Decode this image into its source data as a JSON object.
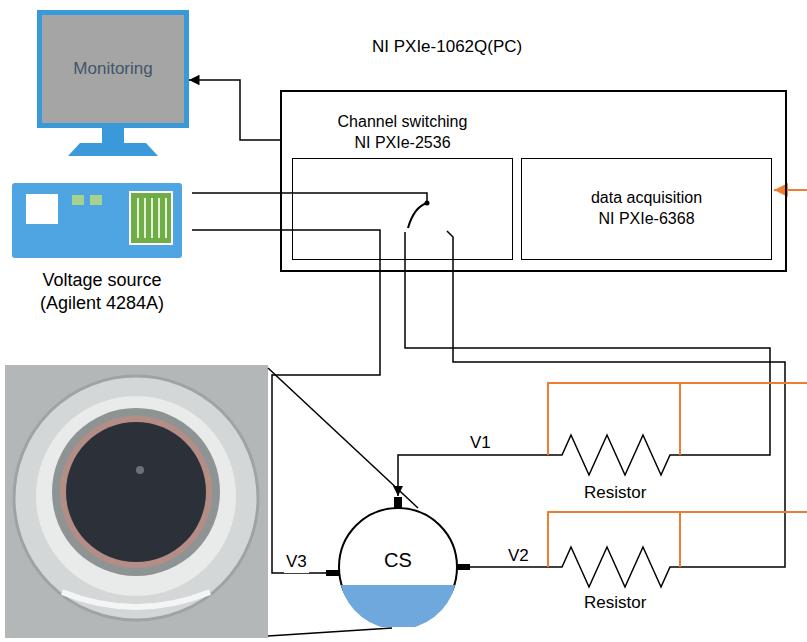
{
  "diagram": {
    "nodes": [
      {
        "text": [
          "Monitoring"
        ]
      },
      {
        "text": [
          "NI PXIe-1062Q(PC)"
        ]
      },
      {
        "text": [
          "Channel switching NI PXIe-2536"
        ],
        "in": 1
      },
      {
        "text": [
          "data acquisition NI PXIe-6368"
        ],
        "in": 1
      },
      {
        "text": [
          "Voltage source (Agilent 4284A)"
        ]
      },
      {
        "text": [
          "CS"
        ]
      }
    ],
    "edges": [
      {
        "from": 1,
        "to": 0,
        "arrow": "to"
      },
      {
        "from": 4,
        "to": 2,
        "arrow": "none"
      },
      {
        "from": 4,
        "to": 5,
        "arrow": "none",
        "label": "V3"
      }
    ],
    "labels": [
      "V1",
      "V2",
      "Resistor",
      "Resistor"
    ]
  }
}
